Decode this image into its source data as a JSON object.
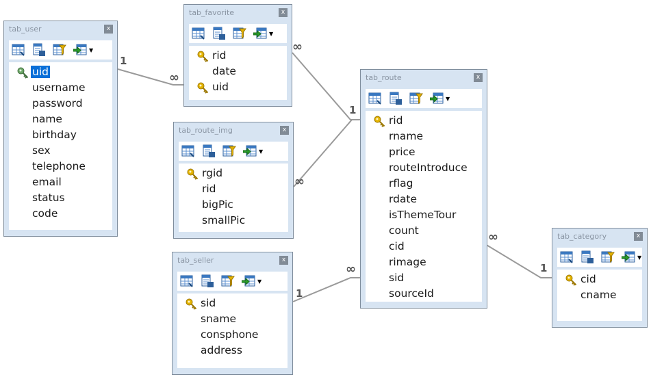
{
  "tables": {
    "tab_user": {
      "title": "tab_user",
      "close": "x",
      "fields": [
        "uid",
        "username",
        "password",
        "name",
        "birthday",
        "sex",
        "telephone",
        "email",
        "status",
        "code"
      ]
    },
    "tab_favorite": {
      "title": "tab_favorite",
      "close": "x",
      "fields": [
        "rid",
        "date",
        "uid"
      ]
    },
    "tab_route_img": {
      "title": "tab_route_img",
      "close": "x",
      "fields": [
        "rgid",
        "rid",
        "bigPic",
        "smallPic"
      ]
    },
    "tab_seller": {
      "title": "tab_seller",
      "close": "x",
      "fields": [
        "sid",
        "sname",
        "consphone",
        "address"
      ]
    },
    "tab_route": {
      "title": "tab_route",
      "close": "x",
      "fields": [
        "rid",
        "rname",
        "price",
        "routeIntroduce",
        "rflag",
        "rdate",
        "isThemeTour",
        "count",
        "cid",
        "rimage",
        "sid",
        "sourceId"
      ]
    },
    "tab_category": {
      "title": "tab_category",
      "close": "x",
      "fields": [
        "cid",
        "cname"
      ]
    }
  },
  "cardinality": {
    "one": "1",
    "many": "∞"
  },
  "colors": {
    "selection": "#0a6fd8",
    "line": "#9a9a9a",
    "table_bg": "#d7e4f2",
    "key": "#d9a400"
  },
  "icons": [
    "grid-icon",
    "table-design-icon",
    "key-filter-icon",
    "export-icon"
  ]
}
